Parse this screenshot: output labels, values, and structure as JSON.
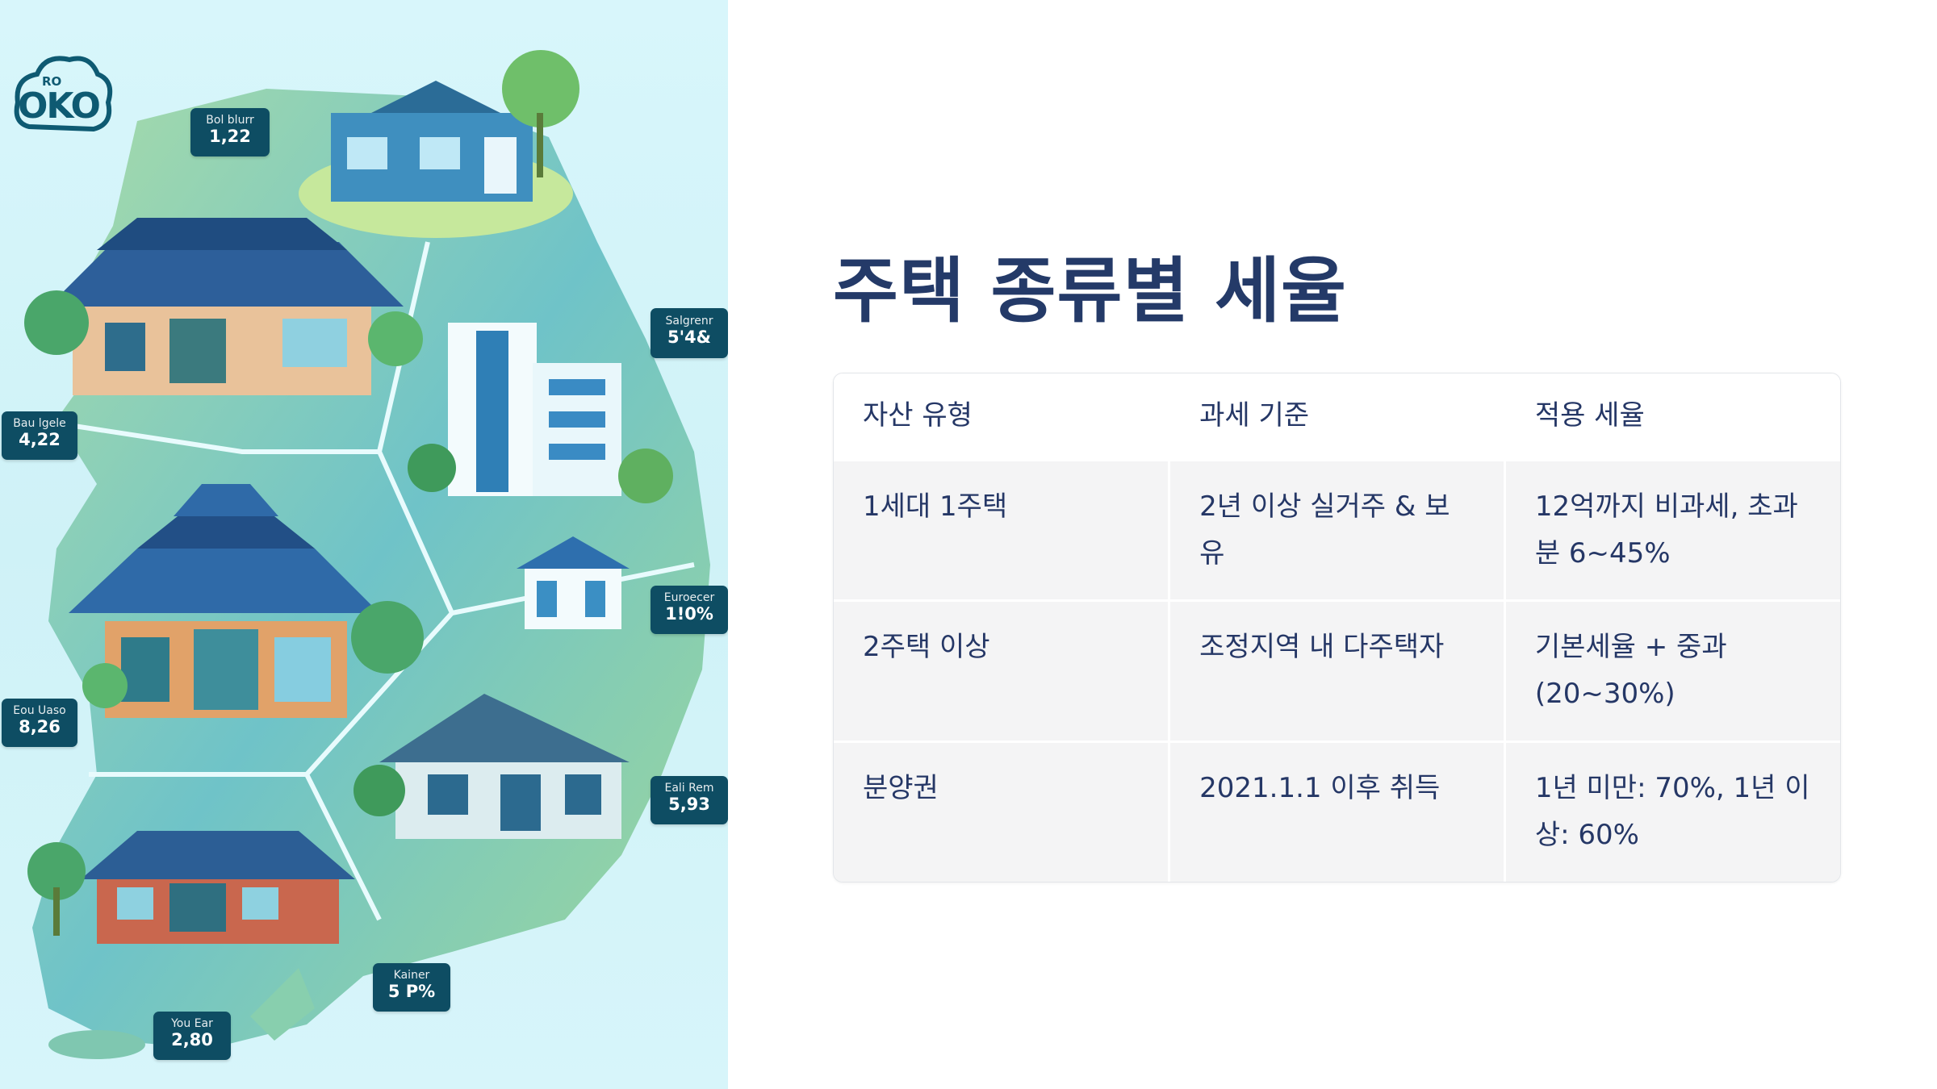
{
  "logo": {
    "small": "RO",
    "text": "OKO"
  },
  "map_tags": [
    {
      "label": "Bol blurr",
      "value": "1,22"
    },
    {
      "label": "Salgrenr",
      "value": "5'4&"
    },
    {
      "label": "Bau lgele",
      "value": "4,22"
    },
    {
      "label": "Euroecer",
      "value": "1!0%"
    },
    {
      "label": "Eou Uaso",
      "value": "8,26"
    },
    {
      "label": "Eali Rem",
      "value": "5,93"
    },
    {
      "label": "Kainer",
      "value": "5 P%"
    },
    {
      "label": "You Ear",
      "value": "2,80"
    }
  ],
  "title": "주택 종류별 세율",
  "table": {
    "headers": [
      "자산 유형",
      "과세 기준",
      "적용 세율"
    ],
    "rows": [
      [
        "1세대 1주택",
        "2년 이상 실거주 & 보유",
        "12억까지 비과세, 초과분 6~45%"
      ],
      [
        "2주택 이상",
        "조정지역 내 다주택자",
        "기본세율 + 중과 (20~30%)"
      ],
      [
        "분양권",
        "2021.1.1 이후 취득",
        "1년 미만: 70%, 1년 이상: 60%"
      ]
    ]
  },
  "colors": {
    "title": "#243a68",
    "table_text": "#253766",
    "row_bg": "#f4f4f5",
    "tag_bg": "#0e4d63",
    "map_bg": "#cff2f7"
  }
}
